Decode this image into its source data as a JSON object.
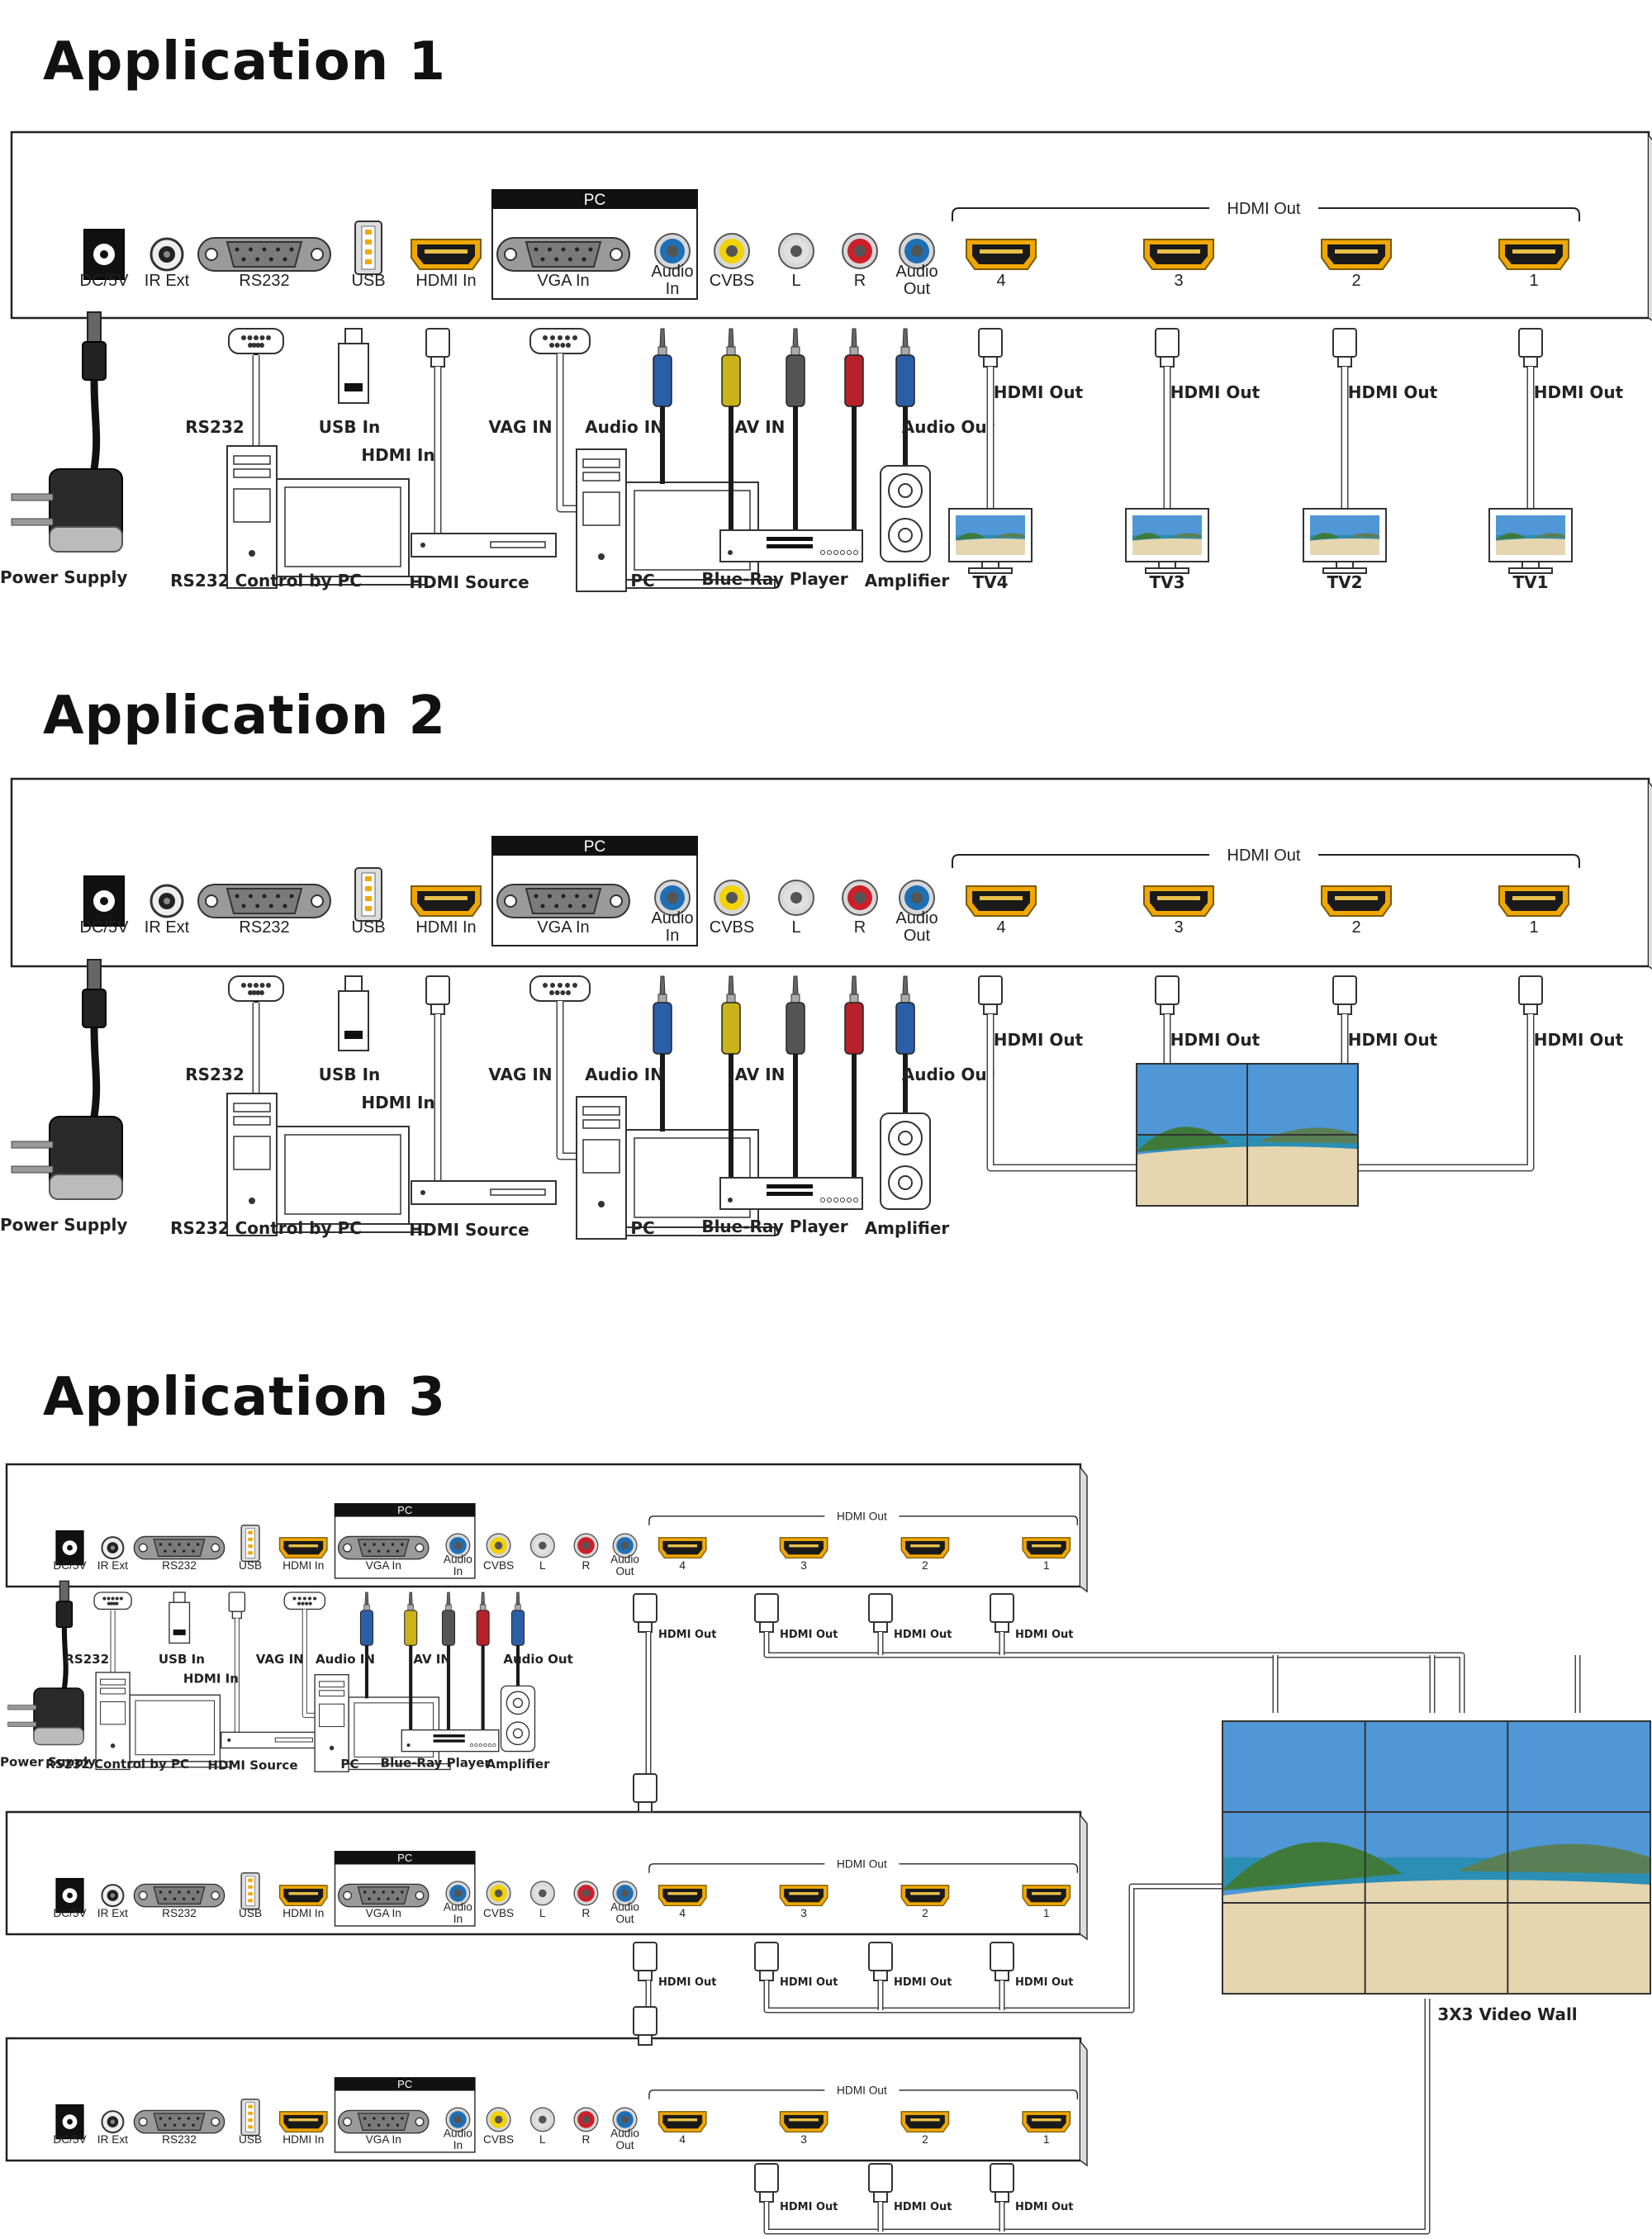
{
  "applications": [
    {
      "title": "Application 1"
    },
    {
      "title": "Application 2"
    },
    {
      "title": "Application 3"
    }
  ],
  "panel": {
    "ports": {
      "dc": "DC/5V",
      "ir": "IR Ext",
      "rs232": "RS232",
      "usb": "USB",
      "hdmi_in": "HDMI In",
      "pc_header": "PC",
      "vga_in": "VGA In",
      "audio_in": [
        "Audio",
        "In"
      ],
      "cvbs": "CVBS",
      "l": "L",
      "r": "R",
      "audio_out": [
        "Audio",
        "Out"
      ],
      "hdmi_out_group": "HDMI Out",
      "hdmi_out_numbers": [
        "4",
        "3",
        "2",
        "1"
      ]
    }
  },
  "cables": {
    "rs232": "RS232",
    "usb_in": "USB In",
    "hdmi_in": "HDMI In",
    "vga_in": "VAG IN",
    "audio_in": "Audio IN",
    "av_in": "AV IN",
    "audio_out": "Audio Out",
    "hdmi_out": "HDMI Out"
  },
  "devices": {
    "power_supply": "Power Supply",
    "rs232_pc": "RS232 Control by PC",
    "hdmi_source": "HDMI Source",
    "pc": "PC",
    "bluray": "Blue-Ray Player",
    "amplifier": "Amplifier",
    "tvs": [
      "TV4",
      "TV3",
      "TV2",
      "TV1"
    ]
  },
  "video_wall": {
    "label": "3X3 Video Wall"
  },
  "colors": {
    "port_gold": "#f0a800",
    "cvbs_yellow": "#f2d200",
    "audio_red": "#cc1f2a",
    "audio_blue": "#1f6fb5",
    "plug_blue": "#2a5fa8",
    "plug_yellow": "#c9b21a",
    "plug_gray": "#555555",
    "plug_red": "#b5222a"
  },
  "icons": [
    "dc-jack-icon",
    "ir-jack-icon",
    "rs232-port-icon",
    "usb-port-icon",
    "hdmi-port-icon",
    "vga-port-icon",
    "rca-jack-icon",
    "power-adapter-icon",
    "desktop-pc-icon",
    "hdmi-source-box-icon",
    "bluray-player-icon",
    "amplifier-speaker-icon",
    "tv-icon",
    "video-wall-icon"
  ]
}
